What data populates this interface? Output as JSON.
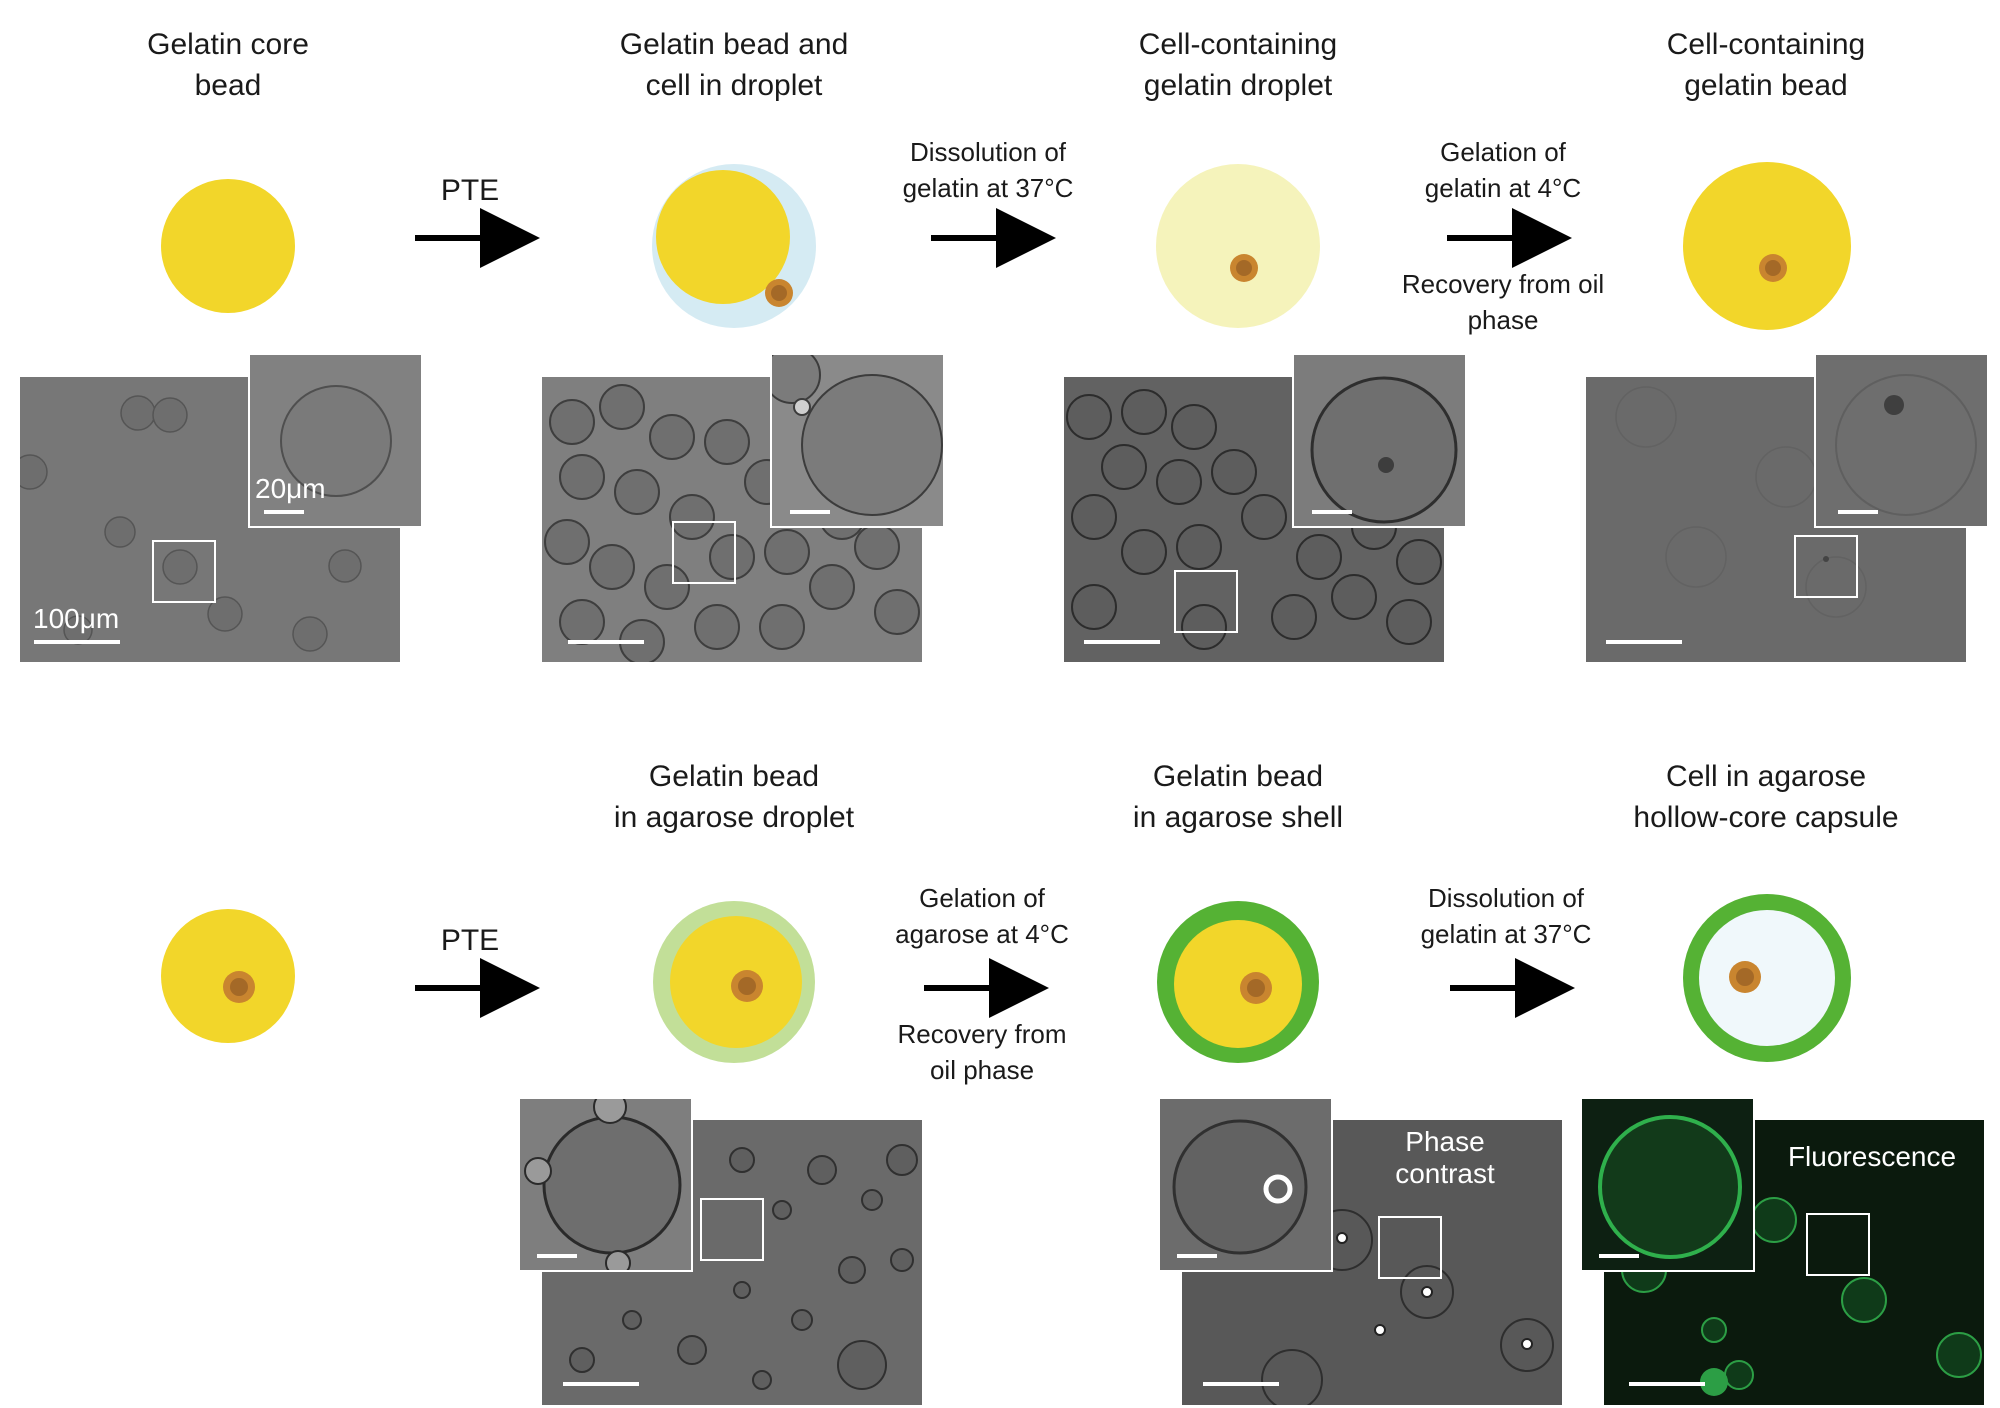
{
  "colors": {
    "gelatin": "#f2d62a",
    "gelatin_liquid": "#f5f3bb",
    "oil_droplet": "#d5ebf3",
    "agarose_liquid": "#c2df98",
    "agarose_gel": "#55b234",
    "hollow_core": "#f0f8fb",
    "cell": "#c9852f",
    "nucleus": "#a46927",
    "brightfield_bg": "#747474",
    "fluorescence_bg": "#0b1a0d",
    "fluorescence_fg": "#2c9e45"
  },
  "top_row": {
    "stage_titles": [
      {
        "line1": "Gelatin core",
        "line2": "bead"
      },
      {
        "line1": "Gelatin bead and",
        "line2": "cell in droplet"
      },
      {
        "line1": "Cell-containing",
        "line2": "gelatin droplet"
      },
      {
        "line1": "Cell-containing",
        "line2": "gelatin bead"
      }
    ],
    "pte_label": "PTE",
    "step_2": {
      "line1": "Dissolution of",
      "line2": "gelatin at 37°C"
    },
    "step_3": {
      "line1": "Gelation of",
      "line2": "gelatin at 4°C",
      "sub1": "Recovery from oil",
      "sub2": "phase"
    },
    "scale_main": "100μm",
    "scale_inset": "20μm"
  },
  "bottom_row": {
    "stage_titles": [
      {
        "line1": "Gelatin bead",
        "line2": "in agarose droplet"
      },
      {
        "line1": "Gelatin bead",
        "line2": "in agarose shell"
      },
      {
        "line1": "Cell in agarose",
        "line2": "hollow-core capsule"
      }
    ],
    "pte_label": "PTE",
    "step_2": {
      "line1": "Gelation of",
      "line2": "agarose at 4°C",
      "sub1": "Recovery from",
      "sub2": "oil phase"
    },
    "step_3": {
      "line1": "Dissolution of",
      "line2": "gelatin at 37°C"
    },
    "phase_label": {
      "line1": "Phase",
      "line2": "contrast"
    },
    "fluor_label": "Fluorescence"
  }
}
